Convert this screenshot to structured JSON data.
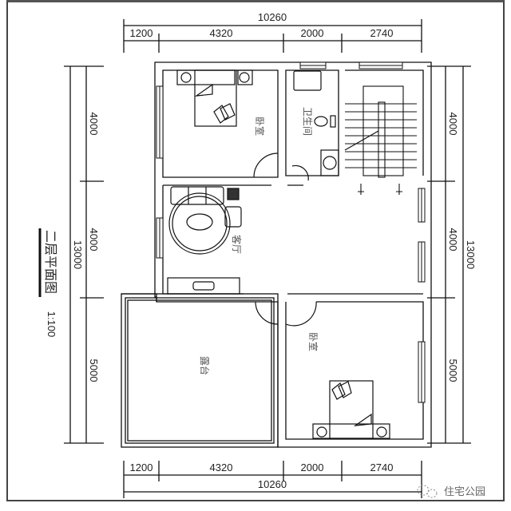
{
  "drawing": {
    "title": "二层平面图",
    "scale": "1:100",
    "watermark": "住宅公园"
  },
  "dimensions": {
    "top_total": "10260",
    "top_segments": [
      "1200",
      "4320",
      "2000",
      "2740"
    ],
    "bottom_total": "10260",
    "bottom_segments": [
      "1200",
      "4320",
      "2000",
      "2740"
    ],
    "left_total": "13000",
    "left_segments": [
      "4000",
      "4000",
      "5000"
    ],
    "right_total": "13000",
    "right_segments": [
      "4000",
      "4000",
      "5000"
    ]
  },
  "rooms": {
    "bedroom_top": "卧室",
    "bathroom": "卫生间",
    "living": "客厅",
    "terrace": "露台",
    "bedroom_bottom": "卧室"
  }
}
